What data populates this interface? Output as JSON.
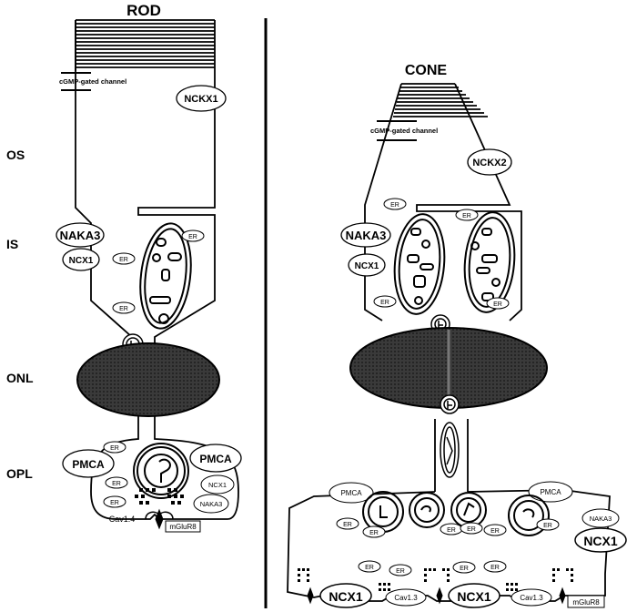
{
  "titles": {
    "rod": "ROD",
    "cone": "CONE"
  },
  "layers": {
    "os": "OS",
    "is": "IS",
    "onl": "ONL",
    "opl": "OPL"
  },
  "rod": {
    "channel": "cGMP-gated channel",
    "nckx": "NCKX1",
    "naka": "NAKA3",
    "ncx_is": "NCX1",
    "er": "ER",
    "pmca_left": "PMCA",
    "pmca_right": "PMCA",
    "ncx_opl": "NCX1",
    "naka_opl": "NAKA3",
    "cav": "Cav1.4",
    "mglur": "mGluR8"
  },
  "cone": {
    "channel": "cGMP-gated channel",
    "nckx": "NCKX2",
    "naka": "NAKA3",
    "ncx_is": "NCX1",
    "er": "ER",
    "pmca_left": "PMCA",
    "pmca_right": "PMCA",
    "naka_opl": "NAKA3",
    "ncx_opl": "NCX1",
    "ncx_bottom": "NCX1",
    "cav": "Cav1.3",
    "mglur": "mGluR8"
  },
  "colors": {
    "stroke": "#000000",
    "nucleus": "#333333",
    "fill_light": "#ffffff"
  }
}
